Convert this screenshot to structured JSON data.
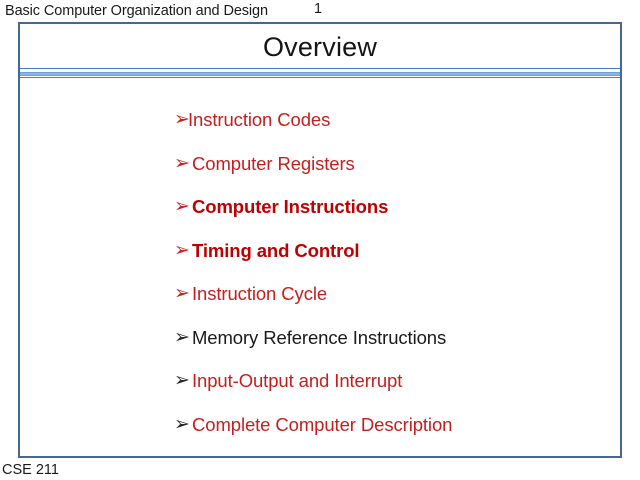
{
  "header": {
    "title": "Basic Computer Organization and Design",
    "page_number": "1"
  },
  "slide": {
    "title": "Overview",
    "accent_color": "#4c7ebb",
    "frame_border_color": "#44688f"
  },
  "bullets": {
    "marker_glyph": "➢",
    "items": [
      {
        "label": "Instruction Codes",
        "marker_color": "#cf2020",
        "text_color": "#c61e1e",
        "bold": false,
        "tight": true
      },
      {
        "label": "Computer Registers",
        "marker_color": "#cf2020",
        "text_color": "#c61e1e",
        "bold": false,
        "tight": false
      },
      {
        "label": "Computer Instructions",
        "marker_color": "#cf2020",
        "text_color": "#c00000",
        "bold": true,
        "tight": false
      },
      {
        "label": "Timing and Control",
        "marker_color": "#cf2020",
        "text_color": "#c00000",
        "bold": true,
        "tight": false
      },
      {
        "label": "Instruction Cycle",
        "marker_color": "#cf2020",
        "text_color": "#c61e1e",
        "bold": false,
        "tight": false
      },
      {
        "label": "Memory Reference Instructions",
        "marker_color": "#262626",
        "text_color": "#1a1a1a",
        "bold": false,
        "tight": false
      },
      {
        "label": "Input-Output and Interrupt",
        "marker_color": "#262626",
        "text_color": "#c61e1e",
        "bold": false,
        "tight": false
      },
      {
        "label": "Complete Computer Description",
        "marker_color": "#262626",
        "text_color": "#c61e1e",
        "bold": false,
        "tight": false
      }
    ]
  },
  "footer": {
    "course_code": "CSE 211"
  }
}
